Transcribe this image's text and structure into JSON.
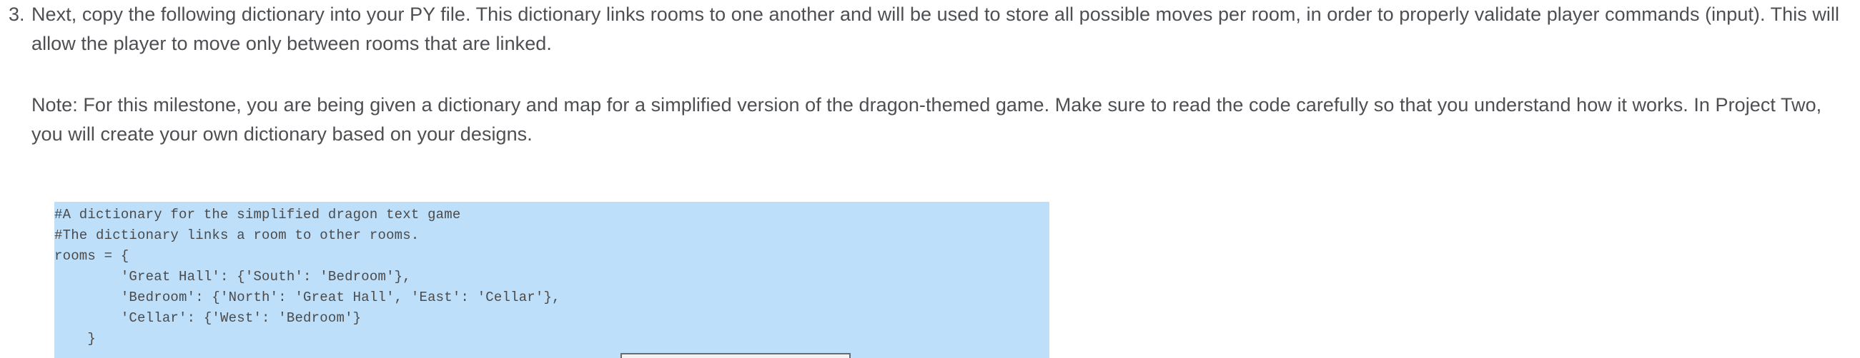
{
  "document": {
    "list_item": {
      "marker": "3.",
      "instruction_paragraph": "Next, copy the following dictionary into your PY file. This dictionary links rooms to one another and will be used to store all possible moves per room, in order to properly validate player commands (input). This will allow the player to move only between rooms that are linked.",
      "note_paragraph": "Note: For this milestone, you are being given a dictionary and map for a simplified version of the dragon-themed game. Make sure to read the code carefully so that you understand how it works. In Project Two, you will create your own dictionary based on your designs."
    },
    "code_block": {
      "language": "python",
      "highlight_color": "#bedffa",
      "text_color": "#4a4a4a",
      "lines": [
        "#A dictionary for the simplified dragon text game",
        "#The dictionary links a room to other rooms.",
        "rooms = {",
        "        'Great Hall': {'South': 'Bedroom'},",
        "        'Bedroom': {'North': 'Great Hall', 'East': 'Cellar'},",
        "        'Cellar': {'West': 'Bedroom'}",
        "    }"
      ],
      "content": "#A dictionary for the simplified dragon text game\n#The dictionary links a room to other rooms.\nrooms = {\n        'Great Hall': {'South': 'Bedroom'},\n        'Bedroom': {'North': 'Great Hall', 'East': 'Cellar'},\n        'Cellar': {'West': 'Bedroom'}\n    }"
    },
    "colors": {
      "page_background": "#ffffff",
      "body_text": "#4d4f53",
      "code_highlight": "#bedffa"
    }
  }
}
